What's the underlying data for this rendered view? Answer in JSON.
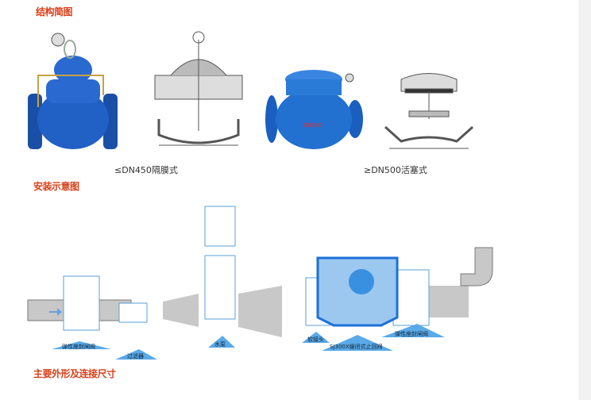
{
  "headings": {
    "structure": "结构简图",
    "install": "安装示意图",
    "dimensions": "主要外形及连接尺寸"
  },
  "captions": {
    "diaphragm": "≤DN450隔膜式",
    "piston": "≥DN500活塞式"
  },
  "install_labels": [
    "弹性座封闸阀",
    "过滤器",
    "水泵",
    "软接头",
    "SJ300X缓闭式止回阀",
    "弹性座封闸阀"
  ],
  "colors": {
    "heading": "#d8401a",
    "valve": "#1f5fc0",
    "diagram_blue": "#3a8be0",
    "pipe": "#c8c8c8"
  }
}
